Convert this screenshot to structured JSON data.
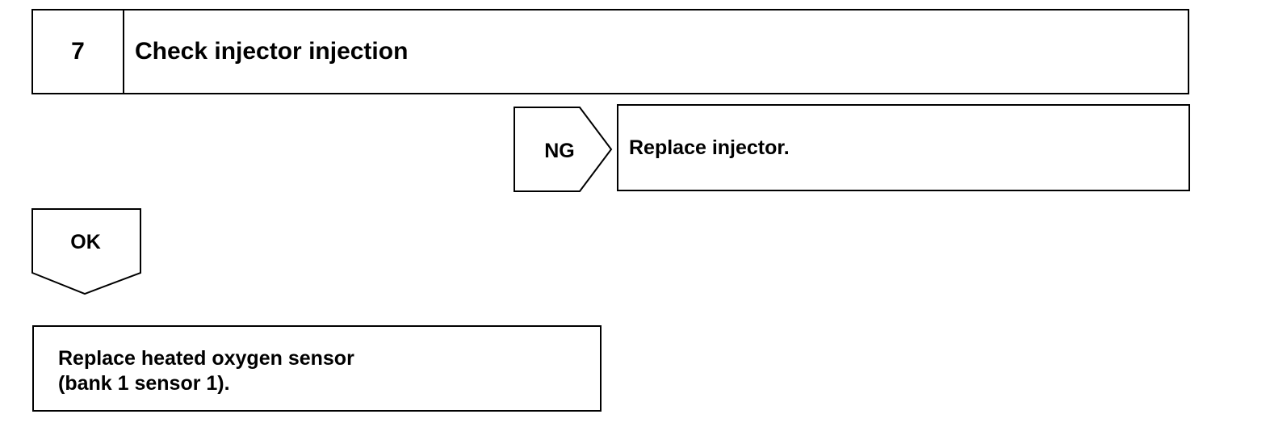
{
  "step": {
    "number": "7",
    "title": "Check injector injection"
  },
  "ng_branch": {
    "label": "NG",
    "action": "Replace injector."
  },
  "ok_branch": {
    "label": "OK",
    "action_lines": [
      "Replace heated oxygen sensor",
      "(bank 1 sensor 1)."
    ]
  }
}
